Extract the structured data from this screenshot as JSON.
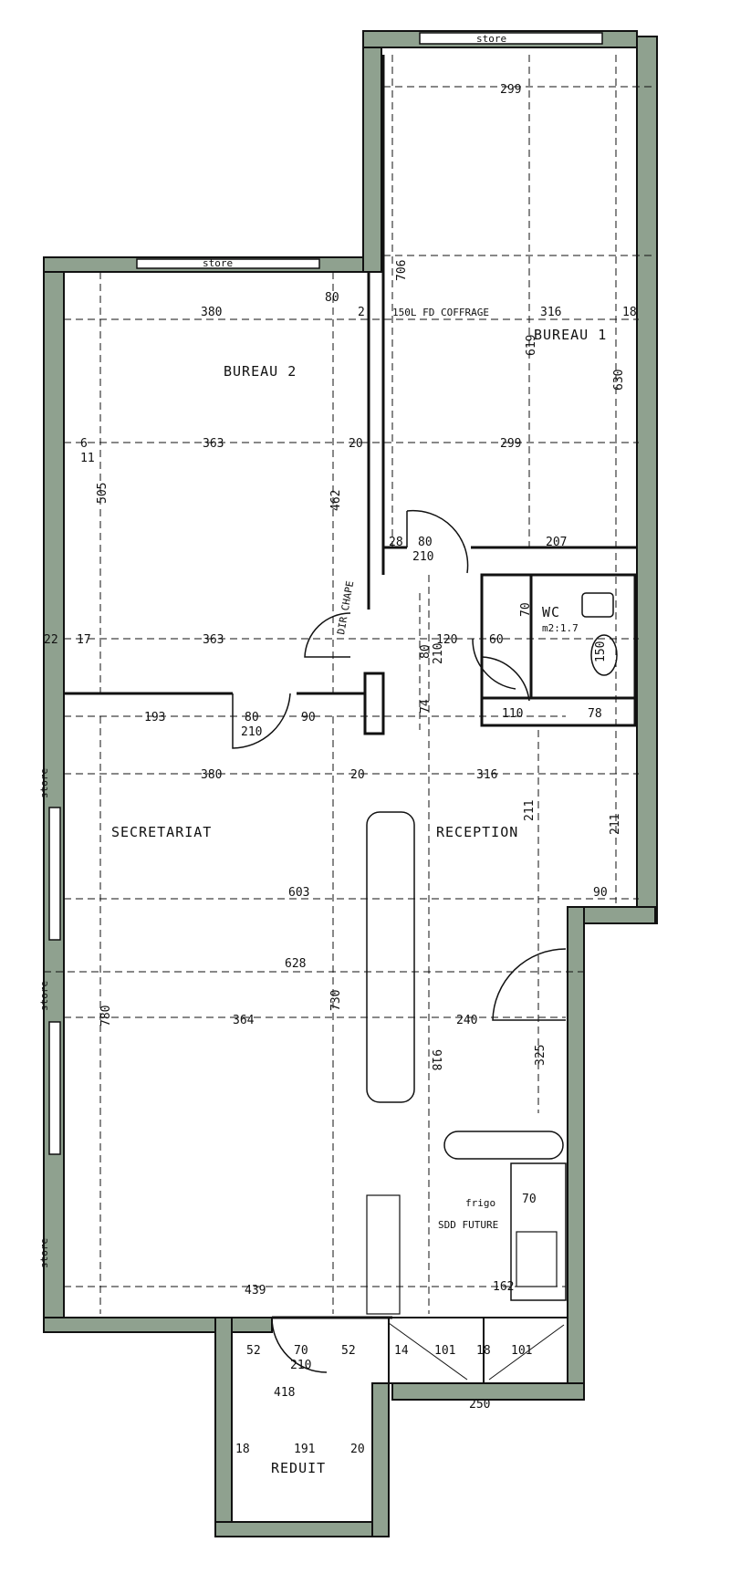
{
  "rooms": {
    "bureau2": "BUREAU 2",
    "bureau1": "BUREAU 1",
    "secretariat": "SECRETARIAT",
    "reception": "RECEPTION",
    "wc": "WC",
    "reduit": "REDUIT",
    "sdd": "SDD FUTURE",
    "frigo": "frigo"
  },
  "labels": {
    "store_top_left": "store",
    "store_top_right": "store",
    "store_left_mid": "store",
    "store_left_low": "store",
    "store_left_bottom": "store",
    "fd_coffrage": "150L FD COFFRAGE",
    "dirchape": "DIR CHAPE",
    "wc_area": "m2:1.7"
  },
  "dims": {
    "d_380_top": "380",
    "d_80_top": "80",
    "d_2_top": "2",
    "d_316_top": "316",
    "d_299_top": "299",
    "d_706": "706",
    "d_619": "619",
    "d_630": "630",
    "d_363_a": "363",
    "d_299_b": "299",
    "d_505": "505",
    "d_462": "462",
    "d_28": "28",
    "d_80_door": "80",
    "d_210_door": "210",
    "d_207": "207",
    "d_363_b": "363",
    "d_120": "120",
    "d_60": "60",
    "d_70": "70",
    "d_74": "74",
    "d_80_mid": "80",
    "d_210_mid": "210",
    "d_150": "150",
    "d_110": "110",
    "d_78": "78",
    "d_193": "193",
    "d_80_b": "80",
    "d_210_b": "210",
    "d_90": "90",
    "d_380_mid": "380",
    "d_20_mid": "20",
    "d_316_mid": "316",
    "d_211_a": "211",
    "d_211_b": "211",
    "d_603": "603",
    "d_90_r": "90",
    "d_628": "628",
    "d_780": "780",
    "d_730": "730",
    "d_364": "364",
    "d_240": "240",
    "d_918": "918",
    "d_325": "325",
    "d_439": "439",
    "d_162": "162",
    "d_70_k": "70",
    "d_52_a": "52",
    "d_70_b": "70",
    "d_210_c": "210",
    "d_52_b": "52",
    "d_14": "14",
    "d_101_a": "101",
    "d_18_b": "18",
    "d_101_b": "101",
    "d_418": "418",
    "d_250": "250",
    "d_18_c": "18",
    "d_191": "191",
    "d_20_c": "20",
    "d_17": "17",
    "d_22": "22",
    "d_6": "6",
    "d_11": "11",
    "d_18_r": "18",
    "d_20_wall": "20"
  },
  "colors": {
    "wall_fill": "#8fa18f",
    "line": "#111111",
    "background": "#ffffff"
  }
}
